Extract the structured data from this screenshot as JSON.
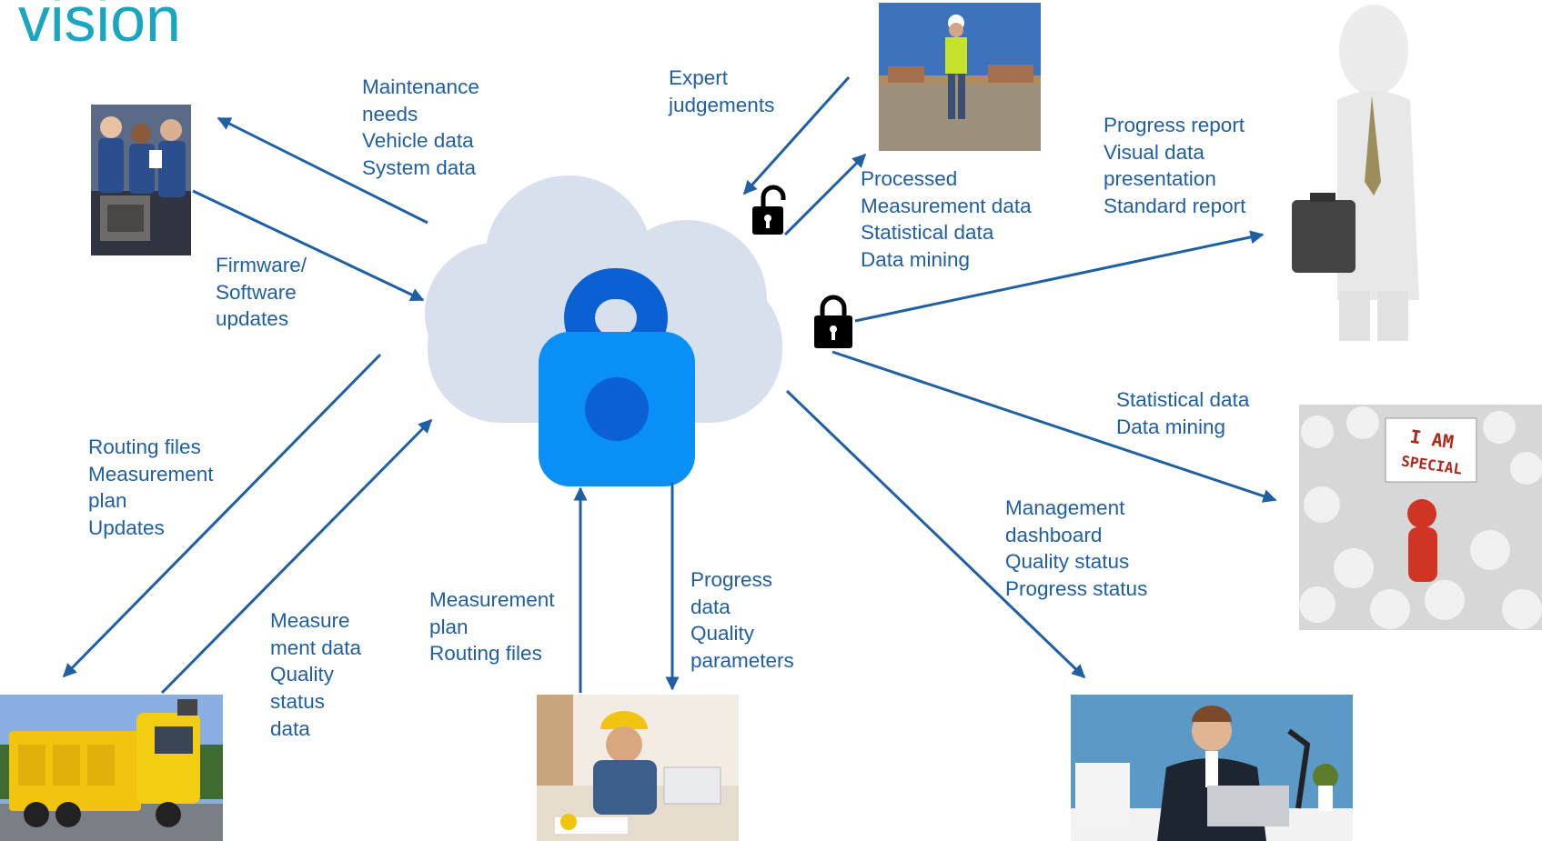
{
  "title": "vision",
  "labels": {
    "maintenance": [
      "Maintenance",
      "needs",
      "Vehicle data",
      "System data"
    ],
    "firmware": [
      "Firmware/",
      "Software",
      "updates"
    ],
    "routing": [
      "Routing files",
      "Measurement",
      "plan",
      "Updates"
    ],
    "measurement_data": [
      "Measure",
      "ment data",
      "Quality",
      "status",
      "data"
    ],
    "measurement_plan": [
      "Measurement",
      "plan",
      "Routing files"
    ],
    "progress_data": [
      "Progress",
      "data",
      "Quality",
      "parameters"
    ],
    "expert": [
      "Expert",
      "judgements"
    ],
    "processed": [
      "Processed",
      "Measurement data",
      "Statistical data",
      "Data mining"
    ],
    "progress_report": [
      "Progress report",
      "Visual data",
      "presentation",
      "Standard report"
    ],
    "statistical": [
      "Statistical data",
      "Data mining"
    ],
    "management": [
      "Management",
      "dashboard",
      "Quality status",
      "Progress status"
    ]
  },
  "photo_special_sign": [
    "I AM",
    "SPECIAL"
  ],
  "colors": {
    "title": "#1aa5c0",
    "label_text": "#1f5fa3",
    "arrow": "#1f5fa3",
    "cloud": "#d8e0ee",
    "lock_body": "#0a8ff7",
    "lock_shackle": "#0b61d3",
    "padlock_icon": "#000000"
  },
  "icons": [
    "cloud-icon",
    "cloud-lock-icon",
    "padlock-open-icon",
    "padlock-closed-icon"
  ]
}
